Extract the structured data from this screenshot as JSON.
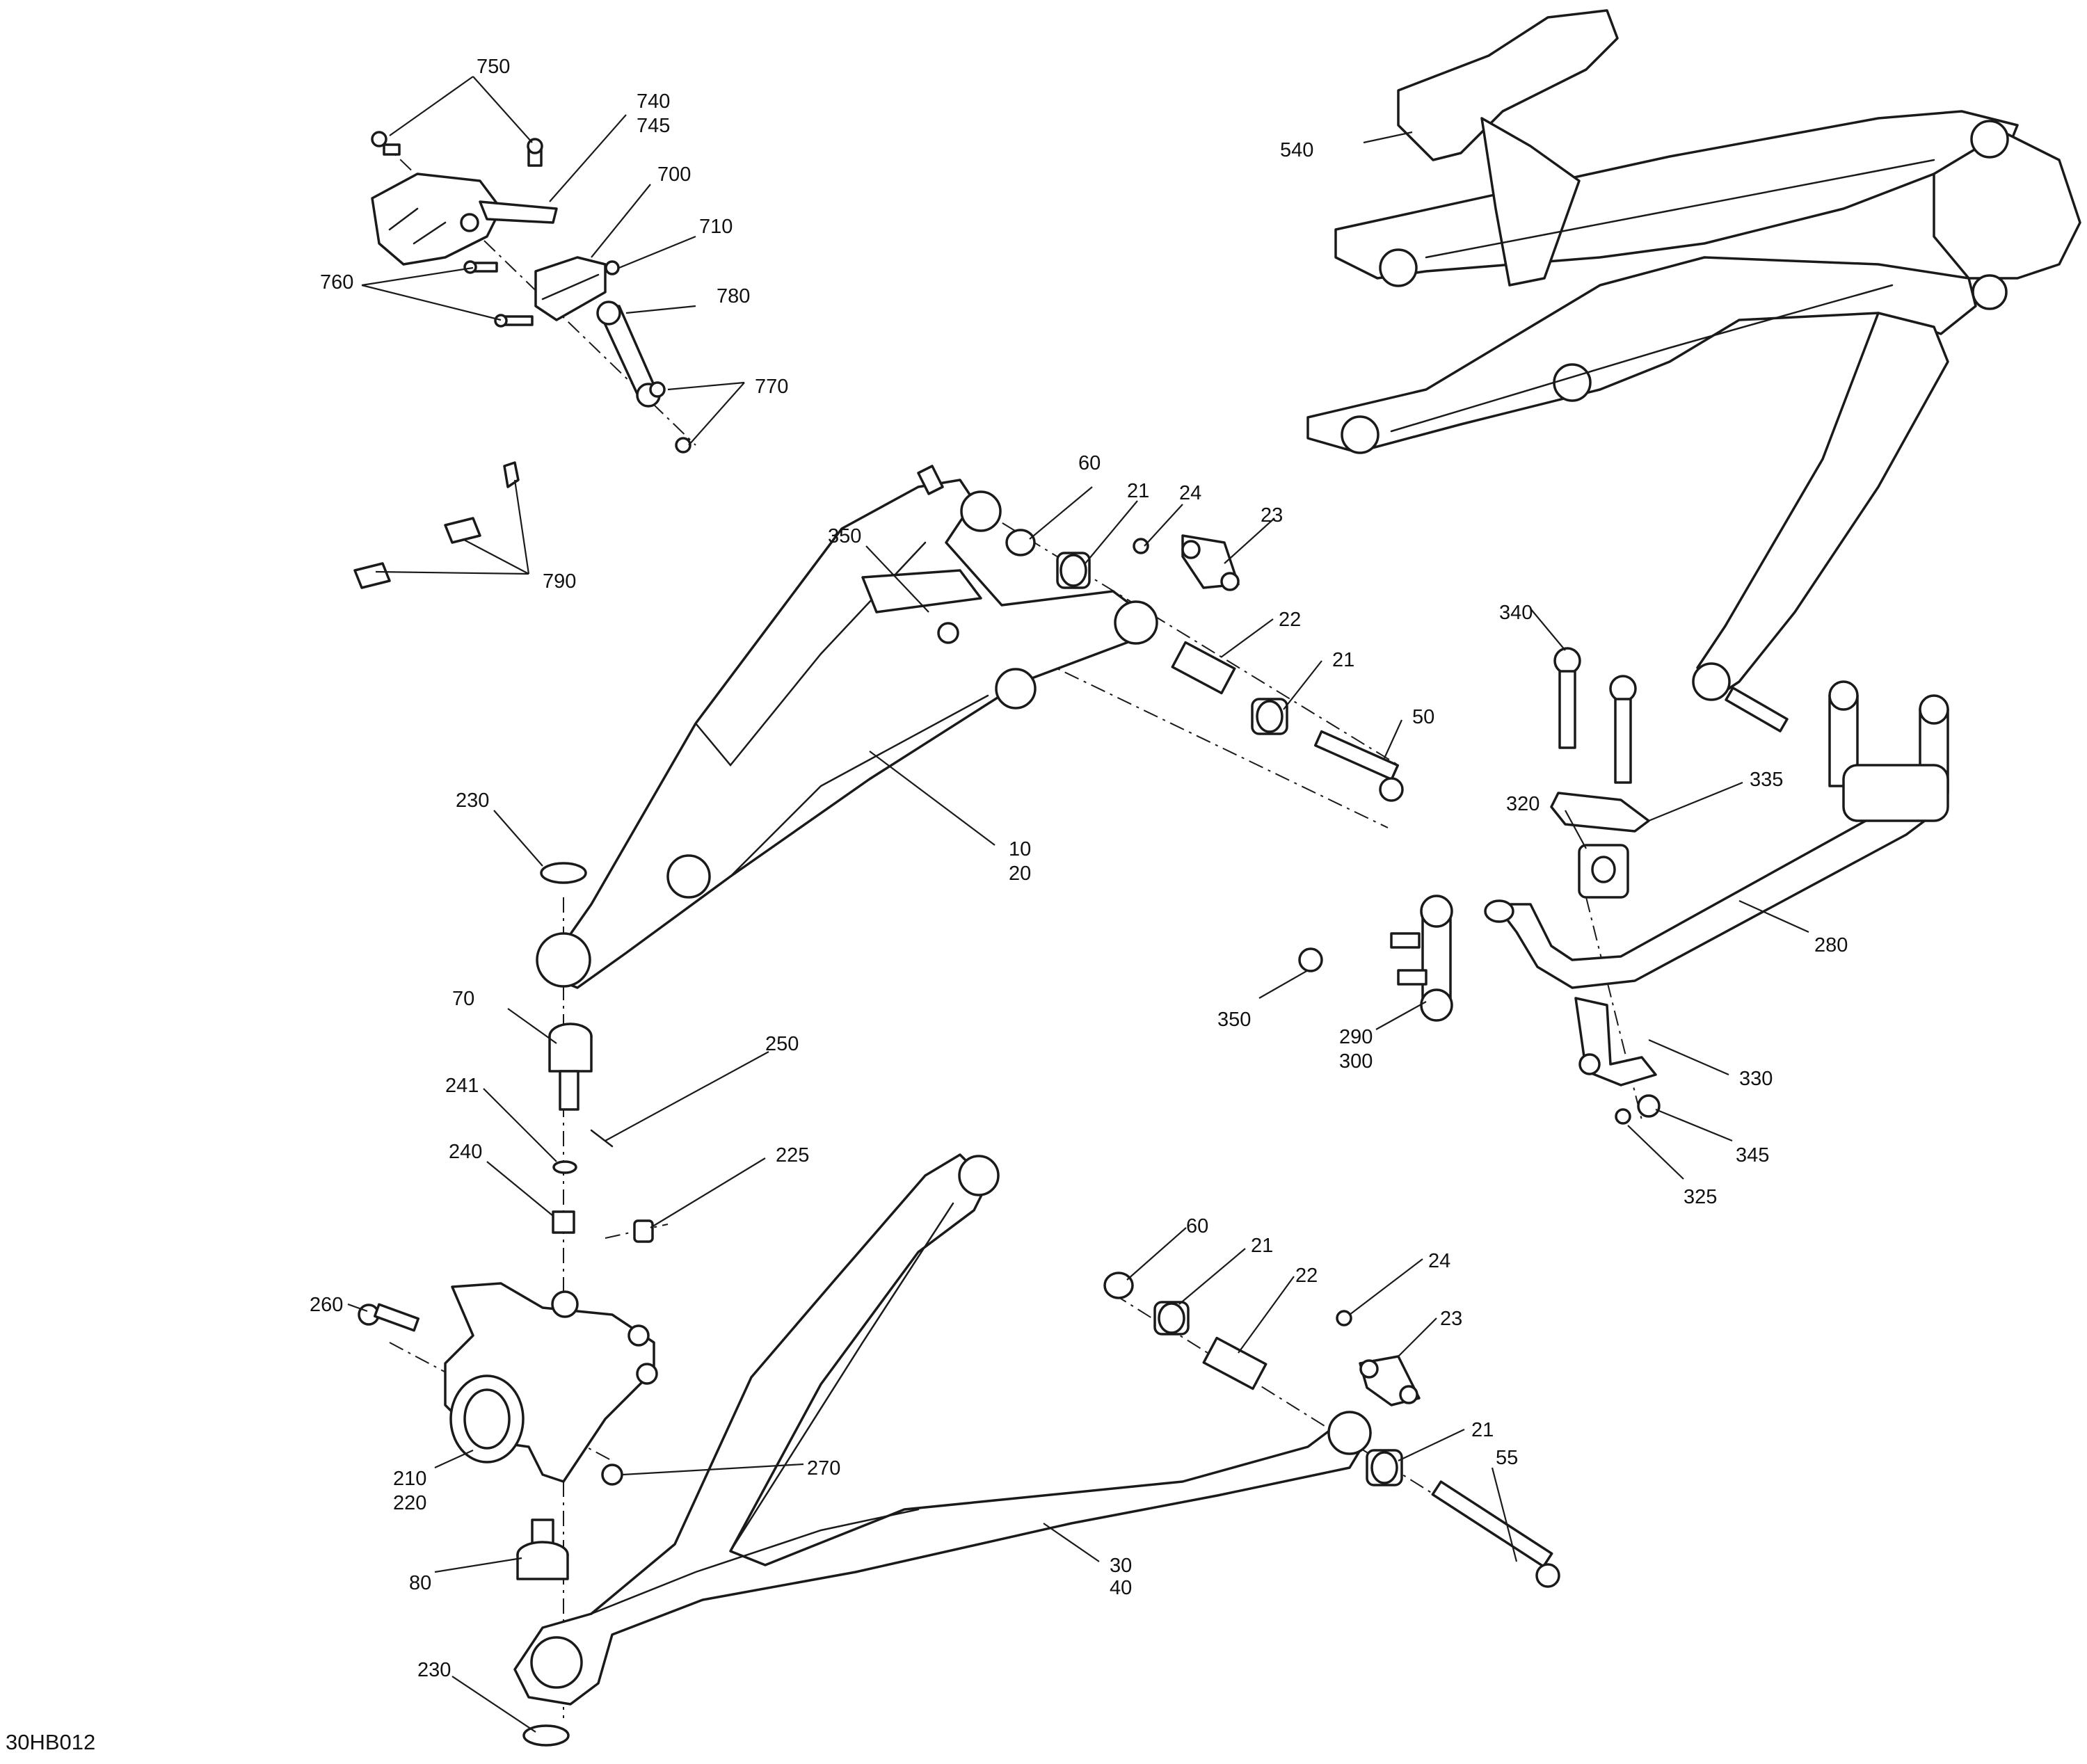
{
  "figure_id": "30HB012",
  "callouts": {
    "c750": "750",
    "c740": "740",
    "c745": "745",
    "c700": "700",
    "c710": "710",
    "c760": "760",
    "c780": "780",
    "c770": "770",
    "c790": "790",
    "c60a": "60",
    "c21a": "21",
    "c24a": "24",
    "c23a": "23",
    "c350a": "350",
    "c22a": "22",
    "c21b": "21",
    "c50": "50",
    "c230a": "230",
    "c10": "10",
    "c20": "20",
    "c540": "540",
    "c340": "340",
    "c335": "335",
    "c320": "320",
    "c280": "280",
    "c350b": "350",
    "c290": "290",
    "c300": "300",
    "c330": "330",
    "c345": "345",
    "c325": "325",
    "c70": "70",
    "c250": "250",
    "c241": "241",
    "c240": "240",
    "c225": "225",
    "c260": "260",
    "c210": "210",
    "c220": "220",
    "c270": "270",
    "c80": "80",
    "c230b": "230",
    "c60b": "60",
    "c21c": "21",
    "c22b": "22",
    "c24b": "24",
    "c23b": "23",
    "c21d": "21",
    "c55": "55",
    "c30": "30",
    "c40": "40"
  }
}
